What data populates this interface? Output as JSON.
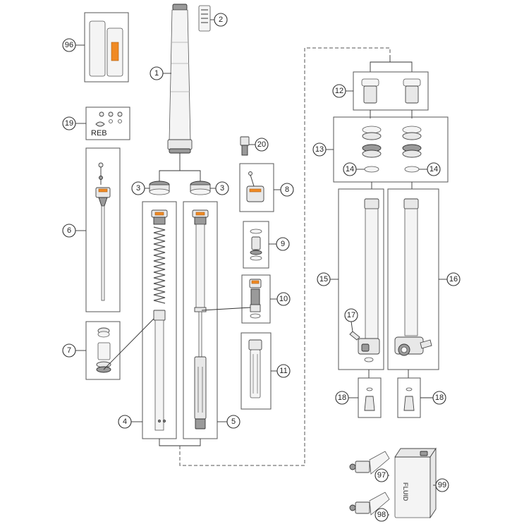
{
  "diagram": {
    "callouts": [
      {
        "id": "1",
        "label": "1"
      },
      {
        "id": "2",
        "label": "2"
      },
      {
        "id": "3a",
        "label": "3"
      },
      {
        "id": "3b",
        "label": "3"
      },
      {
        "id": "4",
        "label": "4"
      },
      {
        "id": "5",
        "label": "5"
      },
      {
        "id": "6",
        "label": "6"
      },
      {
        "id": "7",
        "label": "7"
      },
      {
        "id": "8",
        "label": "8"
      },
      {
        "id": "9",
        "label": "9"
      },
      {
        "id": "10",
        "label": "10"
      },
      {
        "id": "11",
        "label": "11"
      },
      {
        "id": "12",
        "label": "12"
      },
      {
        "id": "13",
        "label": "13"
      },
      {
        "id": "14a",
        "label": "14"
      },
      {
        "id": "14b",
        "label": "14"
      },
      {
        "id": "15",
        "label": "15"
      },
      {
        "id": "16",
        "label": "16"
      },
      {
        "id": "17",
        "label": "17"
      },
      {
        "id": "18a",
        "label": "18"
      },
      {
        "id": "18b",
        "label": "18"
      },
      {
        "id": "19",
        "label": "19"
      },
      {
        "id": "20",
        "label": "20"
      },
      {
        "id": "96",
        "label": "96"
      },
      {
        "id": "97",
        "label": "97"
      },
      {
        "id": "98",
        "label": "98"
      },
      {
        "id": "99",
        "label": "99"
      }
    ],
    "texts": {
      "reb_label": "REB",
      "fluid_label": "FLUID"
    },
    "colors": {
      "accent": "#f08a24",
      "line": "#333333",
      "part_fill": "#e8e8e8"
    }
  }
}
